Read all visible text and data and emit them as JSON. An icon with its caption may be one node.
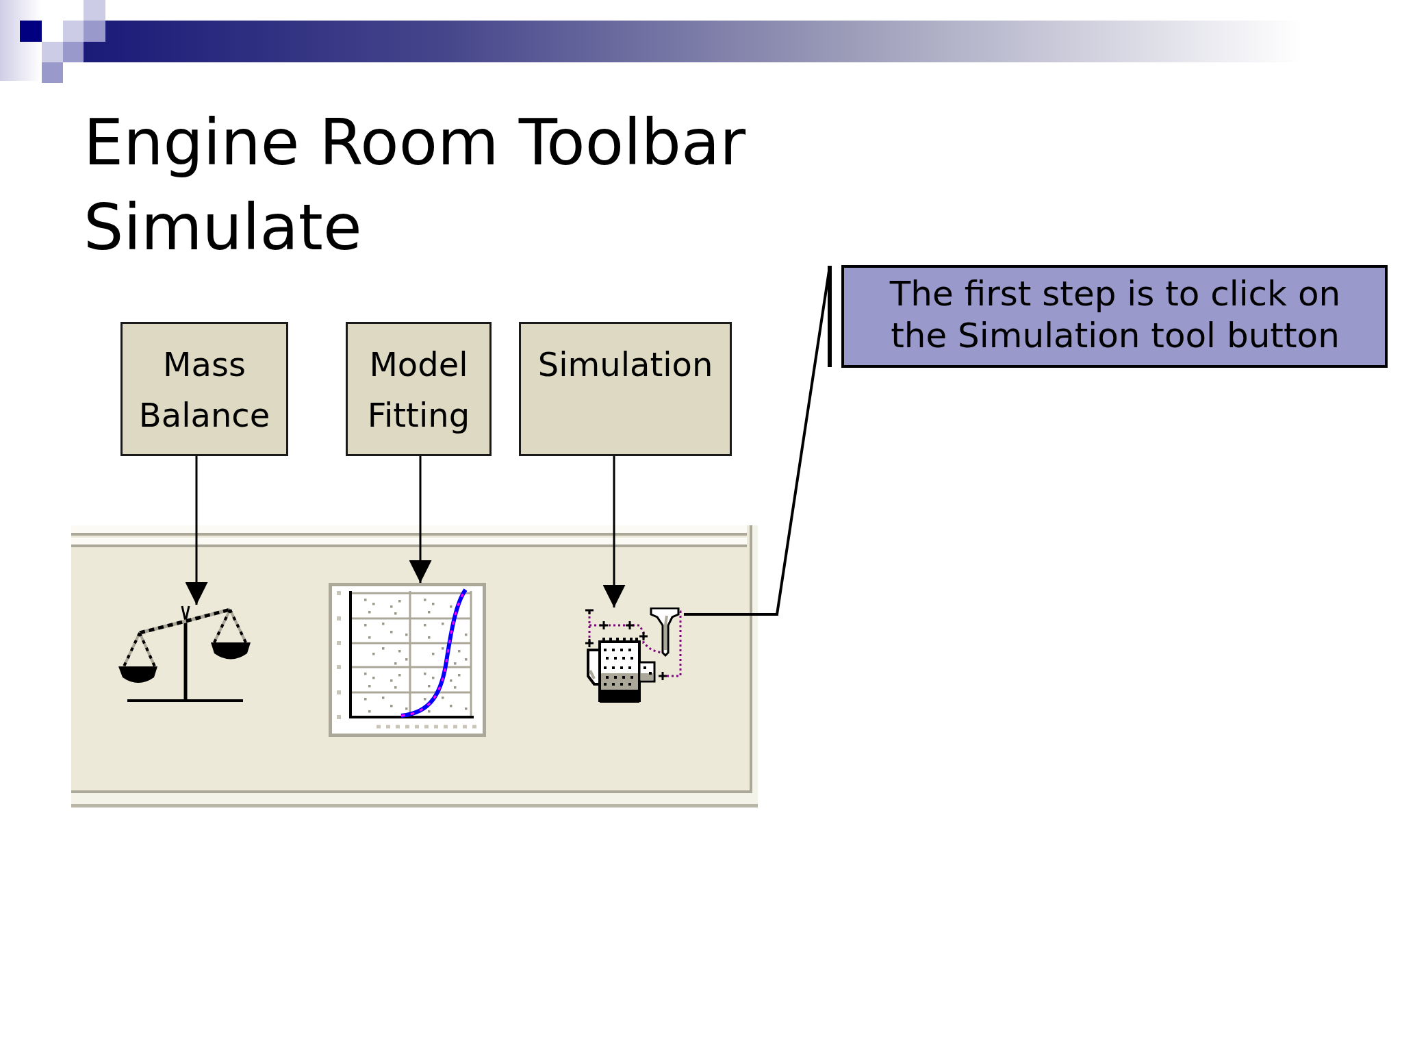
{
  "diagram": {
    "title": "Engine Room Toolbar",
    "nodes": [
      {
        "text": [
          "Mass Balance"
        ]
      },
      {
        "text": [
          "Model Fitting"
        ]
      },
      {
        "text": [
          "Simulation"
        ]
      },
      {
        "text": [],
        "shape": "box"
      },
      {
        "text": [],
        "shape": "picture",
        "in": 3
      },
      {
        "text": [],
        "shape": "picture",
        "in": 3
      },
      {
        "text": [],
        "shape": "picture",
        "in": 3
      },
      {
        "text": [
          "The first step is to click on the Simulation tool button"
        ]
      }
    ],
    "edges": [
      {
        "from": 0,
        "to": 4,
        "arrow": "to"
      },
      {
        "from": 1,
        "to": 5,
        "arrow": "to"
      },
      {
        "from": 2,
        "to": 6,
        "arrow": "to"
      },
      {
        "from": 7,
        "to": 6,
        "arrow": "none"
      }
    ],
    "labels": [
      "Simulate"
    ]
  }
}
